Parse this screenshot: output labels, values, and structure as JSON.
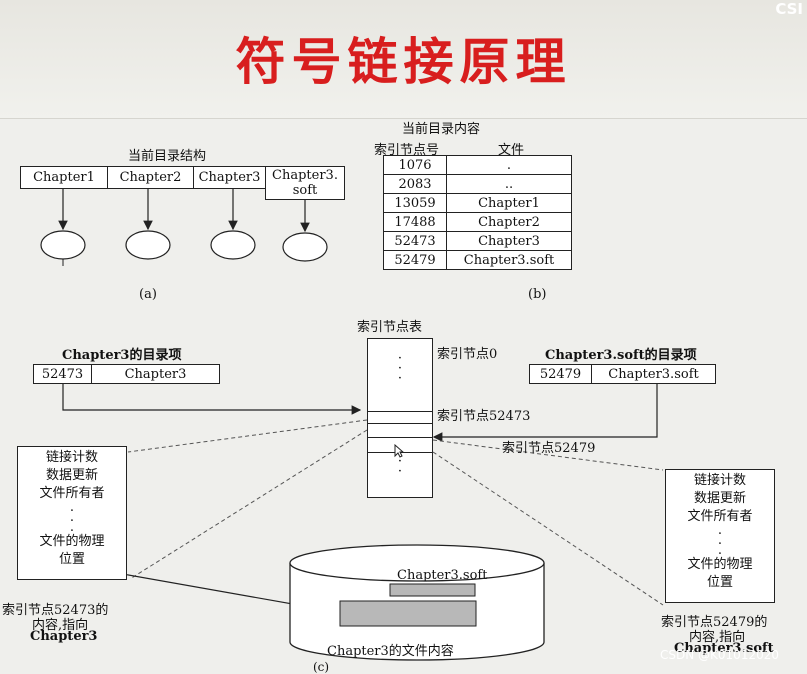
{
  "title": "符号链接原理",
  "corner_mark": "CSI",
  "fig_a": {
    "heading": "当前目录结构",
    "entries": [
      "Chapter1",
      "Chapter2",
      "Chapter3",
      "Chapter3.\nsoft"
    ],
    "caption": "(a)"
  },
  "fig_b": {
    "heading": "当前目录内容",
    "col_inode": "索引节点号",
    "col_file": "文件",
    "rows": [
      {
        "inode": "1076",
        "file": "."
      },
      {
        "inode": "2083",
        "file": ".."
      },
      {
        "inode": "13059",
        "file": "Chapter1"
      },
      {
        "inode": "17488",
        "file": "Chapter2"
      },
      {
        "inode": "52473",
        "file": "Chapter3"
      },
      {
        "inode": "52479",
        "file": "Chapter3.soft"
      }
    ],
    "caption": "(b)"
  },
  "inode_table": {
    "heading": "索引节点表",
    "label_0": "索引节点0",
    "label_52473": "索引节点52473",
    "label_52479": "索引节点52479"
  },
  "left_entry": {
    "heading": "Chapter3的目录项",
    "inode": "52473",
    "name": "Chapter3"
  },
  "right_entry": {
    "heading": "Chapter3.soft的目录项",
    "inode": "52479",
    "name": "Chapter3.soft"
  },
  "left_detail": {
    "lines": [
      "链接计数",
      "数据更新",
      "文件所有者",
      ".",
      ".",
      ".",
      "文件的物理",
      "位置"
    ],
    "caption_1": "索引节点52473的",
    "caption_2": "内容,指向",
    "caption_3": "Chapter3"
  },
  "right_detail": {
    "lines": [
      "链接计数",
      "数据更新",
      "文件所有者",
      ".",
      ".",
      ".",
      "文件的物理",
      "位置"
    ],
    "caption_1": "索引节点52479的",
    "caption_2": "内容,指向",
    "caption_3": "Chapter3.soft"
  },
  "disk": {
    "soft_label": "Chapter3.soft",
    "content_label": "Chapter3的文件内容",
    "caption": "(c)"
  },
  "watermark": "CSDN @K01012020"
}
